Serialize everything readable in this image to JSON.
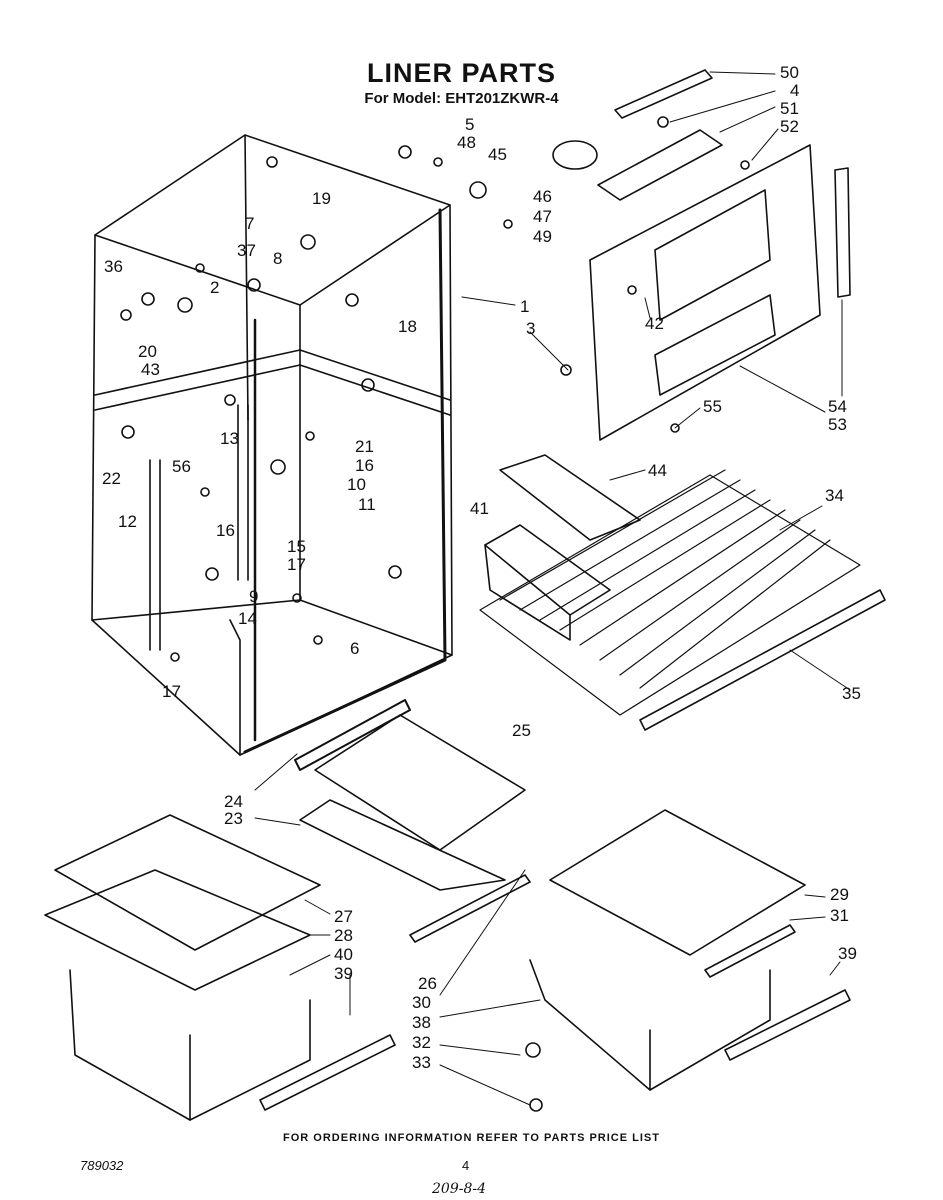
{
  "title": "LINER PARTS",
  "model_line": "For Model: EHT201ZKWR-4",
  "footer": "FOR ORDERING INFORMATION REFER TO PARTS PRICE LIST",
  "doc_number": "789032",
  "page_number": "4",
  "handwritten_note": "209-8-4",
  "callouts": [
    "50",
    "4",
    "51",
    "52",
    "5",
    "48",
    "45",
    "46",
    "47",
    "49",
    "7",
    "19",
    "37",
    "36",
    "8",
    "2",
    "1",
    "18",
    "20",
    "3",
    "42",
    "43",
    "55",
    "54",
    "53",
    "13",
    "21",
    "16",
    "10",
    "22",
    "56",
    "11",
    "12",
    "16",
    "15",
    "17",
    "9",
    "14",
    "6",
    "17",
    "44",
    "34",
    "41",
    "35",
    "25",
    "24",
    "23",
    "27",
    "28",
    "40",
    "39",
    "26",
    "30",
    "38",
    "32",
    "33",
    "29",
    "31",
    "39"
  ]
}
